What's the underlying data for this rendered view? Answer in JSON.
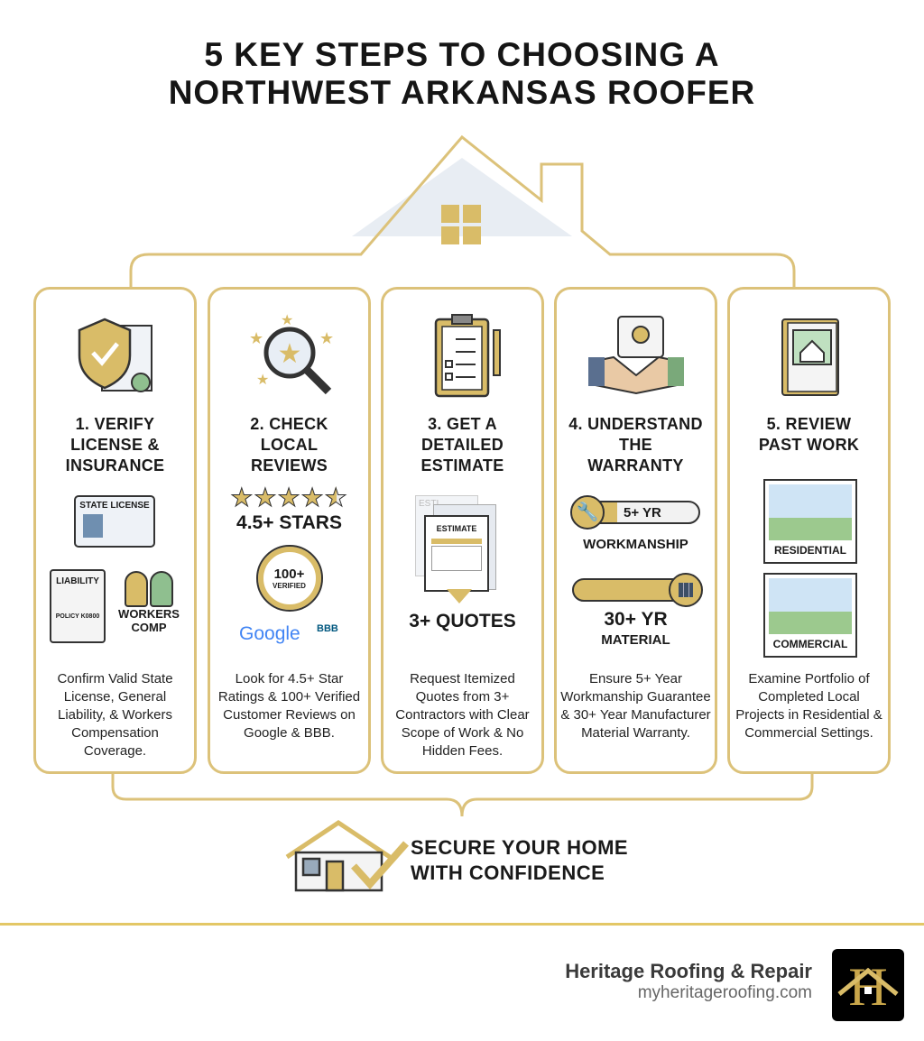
{
  "title": [
    "5 KEY STEPS TO CHOOSING A",
    "NORTHWEST ARKANSAS ROOFER"
  ],
  "colors": {
    "gold": "#dcc27a",
    "accent": "#d9bc68",
    "text": "#1a1a1a"
  },
  "steps": [
    {
      "icon": "shield-document-icon",
      "heading": [
        "1. VERIFY",
        "LICENSE &",
        "INSURANCE"
      ],
      "labels": {
        "license": "STATE LICENSE",
        "liability": "LIABILITY",
        "policy": "POLICY K0800",
        "workers": [
          "WORKERS",
          "COMP"
        ]
      },
      "description": "Confirm Valid State License, General Liability, & Workers Compensation Coverage."
    },
    {
      "icon": "magnifier-stars-icon",
      "heading": [
        "2. CHECK",
        "LOCAL",
        "REVIEWS"
      ],
      "rating": 4.5,
      "labels": {
        "stars": "4.5+ STARS",
        "badge": [
          "100+",
          "VERIFIED"
        ],
        "google": "Google",
        "bbb": "BBB"
      },
      "description": "Look for 4.5+ Star Ratings & 100+ Verified Customer Reviews on Google & BBB."
    },
    {
      "icon": "clipboard-checklist-icon",
      "heading": [
        "3. GET A",
        "DETAILED",
        "ESTIMATE"
      ],
      "labels": {
        "doc": "ESTIMATE",
        "ghost": "ESTI",
        "quotes": "3+ QUOTES"
      },
      "description": "Request Itemized Quotes from 3+ Contractors with Clear Scope of Work & No Hidden Fees."
    },
    {
      "icon": "handshake-certificate-icon",
      "heading": [
        "4. UNDERSTAND",
        "THE",
        "WARRANTY"
      ],
      "labels": {
        "work_years": "5+ YR",
        "work": "WORKMANSHIP",
        "mat_years": "30+ YR",
        "mat": "MATERIAL"
      },
      "description": "Ensure 5+ Year Workmanship Guarantee & 30+ Year Manufacturer Material Warranty."
    },
    {
      "icon": "portfolio-book-icon",
      "heading": [
        "5. REVIEW",
        "PAST WORK"
      ],
      "labels": {
        "res": "RESIDENTIAL",
        "com": "COMMERCIAL"
      },
      "description": "Examine Portfolio of Completed Local Projects in Residential & Commercial Settings."
    }
  ],
  "footer": {
    "secure": [
      "SECURE YOUR HOME",
      "WITH CONFIDENCE"
    ],
    "brand": "Heritage Roofing & Repair",
    "url": "myheritageroofing.com",
    "logo_text": "H"
  }
}
